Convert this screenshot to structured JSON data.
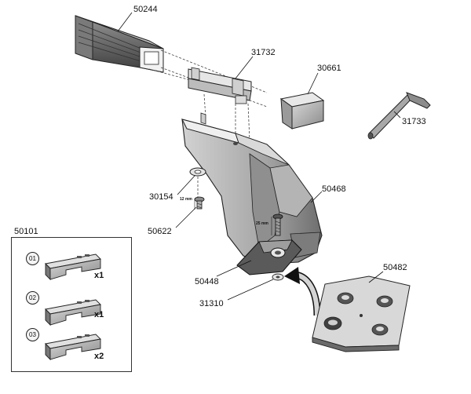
{
  "parts": {
    "bar": "50244",
    "rail_insert": "31732",
    "end_cap": "30661",
    "hex_key": "31733",
    "washer": "30154",
    "screw_short": "50622",
    "foot": "50468",
    "kit": "50101",
    "clamp_plate": "50448",
    "washer_small": "31310",
    "foot_pad": "50482"
  },
  "dimensions": {
    "screw_short_length": "12 mm",
    "screw_long_length": "25 mm"
  },
  "kit_items": [
    {
      "index": "01",
      "qty": "x1"
    },
    {
      "index": "02",
      "qty": "x1"
    },
    {
      "index": "03",
      "qty": "x2"
    }
  ]
}
